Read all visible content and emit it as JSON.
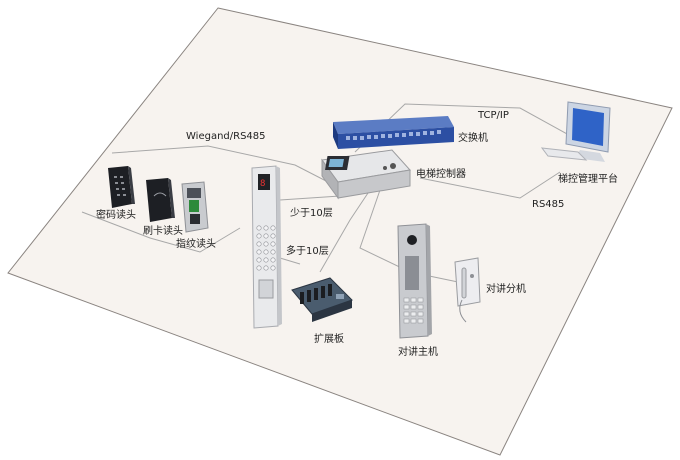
{
  "labels": {
    "wiegand": "Wiegand/RS485",
    "tcpip": "TCP/IP",
    "rs485": "RS485",
    "switch": "交换机",
    "controller": "电梯控制器",
    "platform": "梯控管理平台",
    "less_than_10": "少于10层",
    "more_than_10": "多于10层",
    "password_reader": "密码读头",
    "card_reader": "刷卡读头",
    "fingerprint_reader": "指纹读头",
    "expansion_board": "扩展板",
    "intercom_master": "对讲主机",
    "intercom_extension": "对讲分机"
  },
  "colors": {
    "floor_fill": "#f7f3ef",
    "floor_edge": "#8a8480",
    "cable": "#a8a8a8",
    "switch_blue": "#2c4fa3",
    "panel_gray": "#d9dadc",
    "reader_dark": "#1d1f24"
  }
}
